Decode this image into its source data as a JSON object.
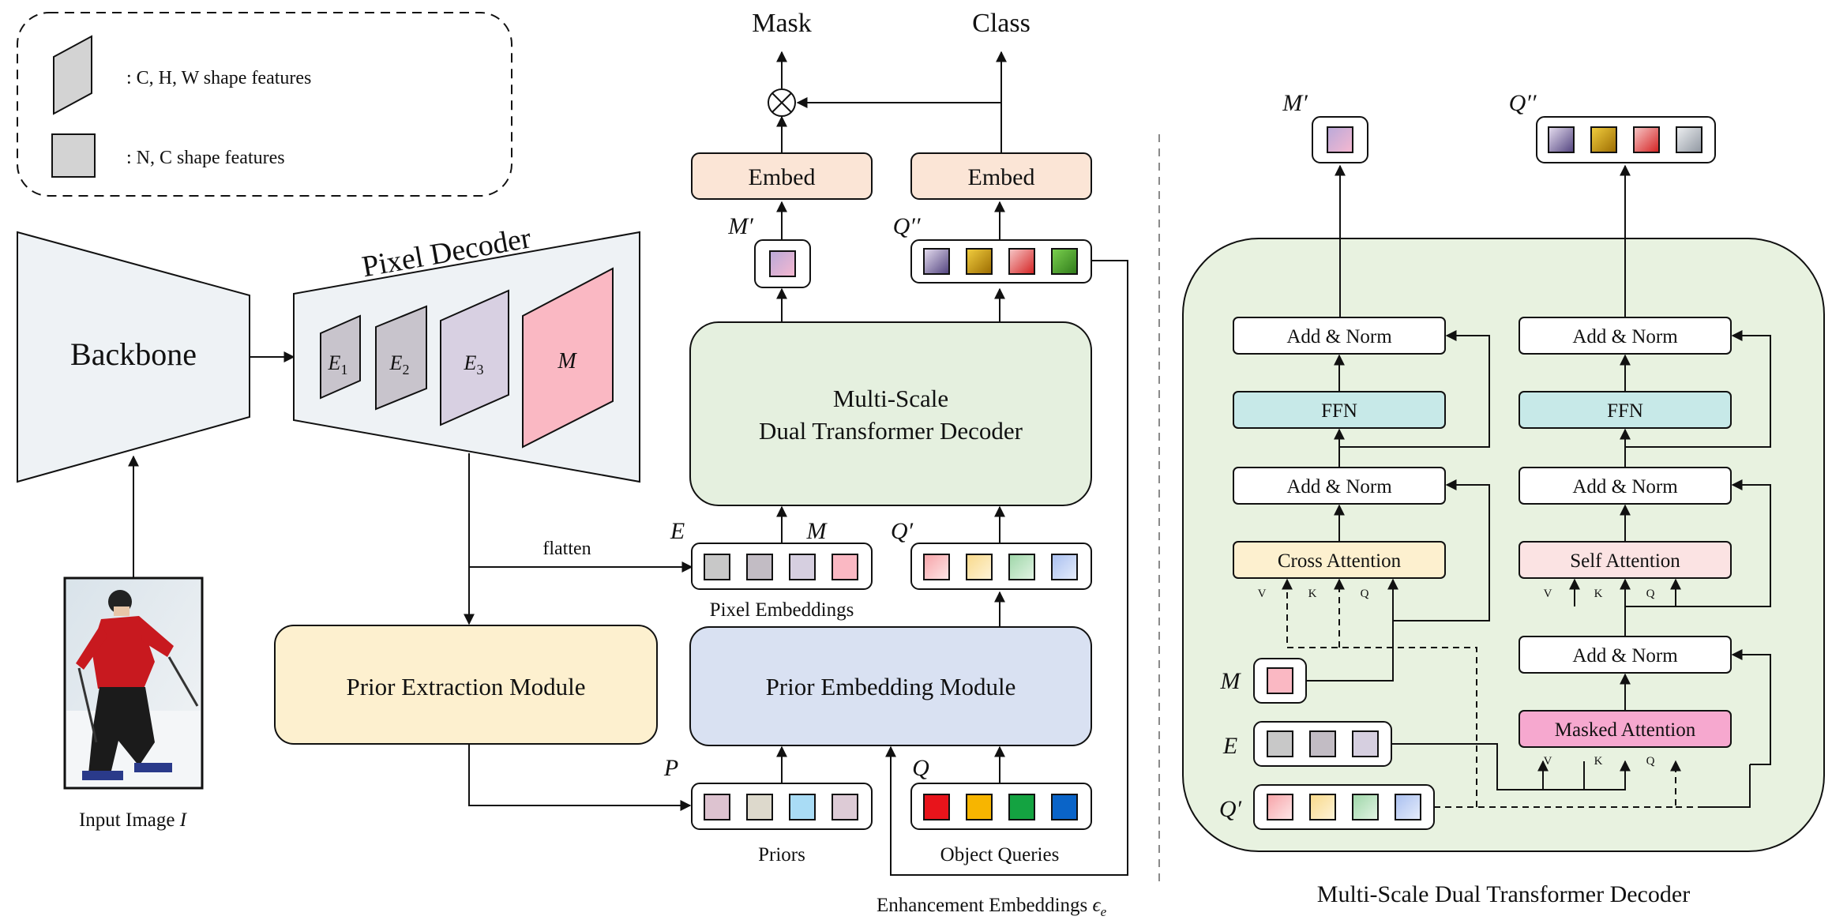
{
  "legend": {
    "chw_label": ": C, H, W shape features",
    "nc_label": ": N, C shape features"
  },
  "left": {
    "backbone": "Backbone",
    "pixel_decoder": "Pixel Decoder",
    "feat_e1": "E",
    "feat_e1_sub": "1",
    "feat_e2": "E",
    "feat_e2_sub": "2",
    "feat_e3": "E",
    "feat_e3_sub": "3",
    "feat_m": "M",
    "input_image": "Input Image",
    "input_image_var": "I",
    "flatten": "flatten",
    "prior_extraction": "Prior Extraction Module",
    "prior_embedding": "Prior Embedding Module",
    "msdt_line1": "Multi-Scale",
    "msdt_line2": "Dual Transformer Decoder",
    "embed_left": "Embed",
    "embed_right": "Embed",
    "mask": "Mask",
    "class": "Class",
    "m_prime": "M′",
    "q_double_prime": "Q′′",
    "e_label": "E",
    "m_label": "M",
    "q_prime": "Q′",
    "p_label": "P",
    "q_label": "Q",
    "pixel_embeddings": "Pixel Embeddings",
    "priors": "Priors",
    "object_queries": "Object Queries",
    "enhancement": "Enhancement Embeddings",
    "enhancement_var": "ϵ",
    "enhancement_sub": "e"
  },
  "right": {
    "title": "Multi-Scale Dual Transformer Decoder",
    "m_prime": "M′",
    "q_double_prime": "Q′′",
    "add_norm": "Add & Norm",
    "ffn": "FFN",
    "cross_attention": "Cross Attention",
    "self_attention": "Self Attention",
    "masked_attention": "Masked Attention",
    "v": "V",
    "k": "K",
    "q": "Q",
    "m_label": "M",
    "e_label": "E",
    "q_prime": "Q′"
  },
  "colors": {
    "backbone_fill": "#eef2f5",
    "prior_extraction": "#fdf0cf",
    "prior_embedding": "#d9e1f2",
    "msdt": "#e5f0df",
    "embed": "#fbe5d6",
    "right_panel": "#e8f2e0",
    "ffn": "#c7e9e8",
    "cross_attention": "#fdf0cf",
    "self_attention": "#fbe3e3",
    "masked_attention": "#f6a8cf",
    "feat_m": "#fab8c3",
    "feat_e3": "#d8d0e2",
    "feat_e12": "#c8c4cc"
  }
}
